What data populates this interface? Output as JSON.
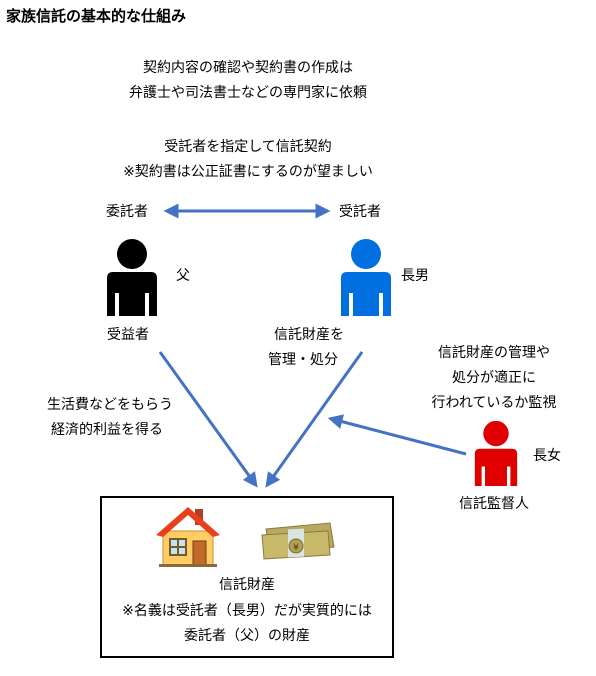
{
  "title": "家族信託の基本的な仕組み",
  "note_top": {
    "line1": "契約内容の確認や契約書の作成は",
    "line2": "弁護士や司法書士などの専門家に依頼"
  },
  "contract": {
    "line1": "受託者を指定して信託契約",
    "line2": "※契約書は公正証書にするのが望ましい"
  },
  "settlor": {
    "role": "委託者",
    "relation": "父",
    "role2": "受益者"
  },
  "trustee": {
    "role": "受託者",
    "relation": "長男",
    "duty1": "信託財産を",
    "duty2": "管理・処分"
  },
  "beneficiary_benefit": {
    "line1": "生活費などをもらう",
    "line2": "経済的利益を得る"
  },
  "supervisor": {
    "duty1": "信託財産の管理や",
    "duty2": "処分が適正に",
    "duty3": "行われているか監視",
    "relation": "長女",
    "role": "信託監督人"
  },
  "property": {
    "title": "信託財産",
    "note1": "※名義は受託者（長男）だが実質的には",
    "note2": "委託者（父）の財産"
  },
  "colors": {
    "arrow": "#4472c4",
    "father": "#000000",
    "son": "#0070e0",
    "daughter": "#e00000",
    "house_wall": "#ffcc66",
    "house_roof": "#e8401c",
    "money": "#c8b86a"
  }
}
